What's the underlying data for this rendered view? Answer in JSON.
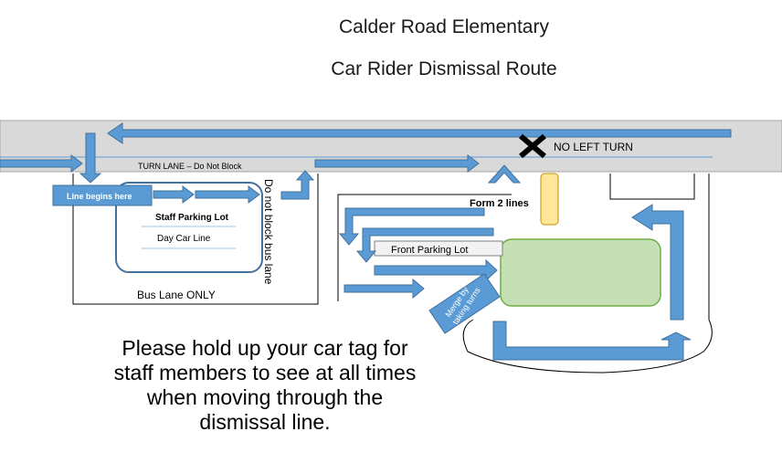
{
  "header": {
    "school": "Calder Road Elementary",
    "subtitle": "Car Rider Dismissal Route"
  },
  "map": {
    "no_left_turn": "NO LEFT TURN",
    "turn_lane": "TURN LANE – Do Not Block",
    "line_begins": "Line begins here",
    "staff_parking": "Staff Parking Lot",
    "day_car_line": "Day Car Line",
    "bus_lane": "Bus Lane ONLY",
    "do_not_block_bus_lane": "Do not block bus lane",
    "form_two_lines": "Form 2 lines",
    "front_parking": "Front Parking Lot",
    "merge_line1": "Merge by",
    "merge_line2": "taking turns"
  },
  "notice": {
    "line1": "Please hold up your car tag for",
    "line2": "staff members to see at all times",
    "line3": "when moving through the",
    "line4": "dismissal line."
  },
  "colors": {
    "road": "#d9d9d9",
    "arrow": "#5b9bd5",
    "arrow_stroke": "#41719c",
    "green_area": "#c5e0b4",
    "yellow_post": "#ffe699"
  }
}
